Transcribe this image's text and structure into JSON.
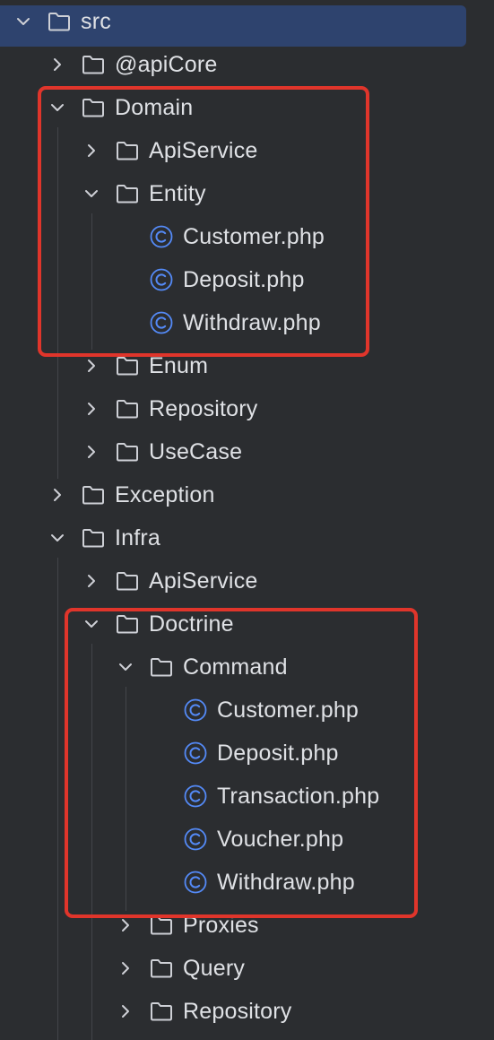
{
  "project_tree": {
    "root": {
      "label": "src",
      "expanded": true,
      "selected": true,
      "icon": "folder-icon"
    },
    "items": [
      {
        "label": "@apiCore",
        "type": "folder",
        "expanded": false
      },
      {
        "label": "Domain",
        "type": "folder",
        "expanded": true
      },
      {
        "label": "ApiService",
        "type": "folder",
        "expanded": false
      },
      {
        "label": "Entity",
        "type": "folder",
        "expanded": true
      },
      {
        "label": "Customer.php",
        "type": "php-class"
      },
      {
        "label": "Deposit.php",
        "type": "php-class"
      },
      {
        "label": "Withdraw.php",
        "type": "php-class"
      },
      {
        "label": "Enum",
        "type": "folder",
        "expanded": false
      },
      {
        "label": "Repository",
        "type": "folder",
        "expanded": false
      },
      {
        "label": "UseCase",
        "type": "folder",
        "expanded": false
      },
      {
        "label": "Exception",
        "type": "folder",
        "expanded": false
      },
      {
        "label": "Infra",
        "type": "folder",
        "expanded": true
      },
      {
        "label": "ApiService",
        "type": "folder",
        "expanded": false
      },
      {
        "label": "Doctrine",
        "type": "folder",
        "expanded": true
      },
      {
        "label": "Command",
        "type": "folder",
        "expanded": true
      },
      {
        "label": "Customer.php",
        "type": "php-class"
      },
      {
        "label": "Deposit.php",
        "type": "php-class"
      },
      {
        "label": "Transaction.php",
        "type": "php-class"
      },
      {
        "label": "Voucher.php",
        "type": "php-class"
      },
      {
        "label": "Withdraw.php",
        "type": "php-class"
      },
      {
        "label": "Proxies",
        "type": "folder",
        "expanded": false
      },
      {
        "label": "Query",
        "type": "folder",
        "expanded": false
      },
      {
        "label": "Repository",
        "type": "folder",
        "expanded": false
      }
    ]
  },
  "colors": {
    "background": "#2b2d30",
    "selection": "#2e436e",
    "text": "#dfe1e5",
    "icon_folder": "#ced0d6",
    "icon_class": "#548af7",
    "highlight_box": "#e0352b"
  }
}
